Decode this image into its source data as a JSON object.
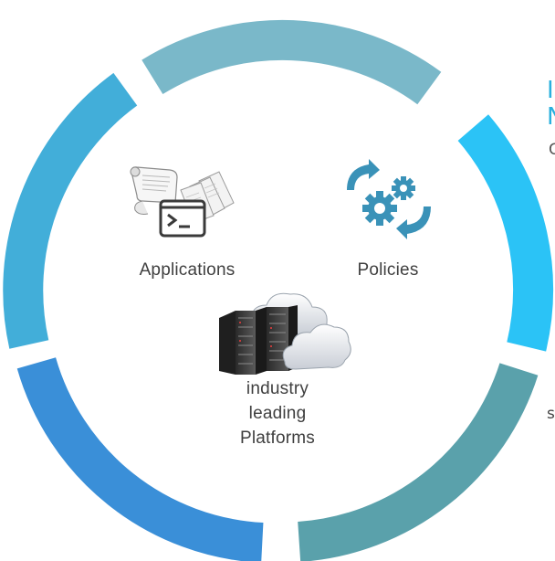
{
  "colors": {
    "segment_top": "#7ab8c9",
    "segment_right": "#2bc3f6",
    "segment_bottom_right": "#5aa1ab",
    "segment_bottom_left": "#3a8fd8",
    "segment_left": "#42aed9",
    "label_text": "#3f3f3f",
    "heading_text": "#2ab0de",
    "icon_blue": "#3a92b8"
  },
  "icons": {
    "applications": "scroll-documents-terminal-icon",
    "policies": "gears-cycle-icon",
    "platforms": "server-racks-clouds-icon"
  },
  "items": {
    "applications": "Applications",
    "policies": "Policies",
    "platforms": {
      "line1": "industry",
      "line2": "leading",
      "line3": "Platforms"
    }
  },
  "cut_off": {
    "heading_line1": "I",
    "heading_line2": "N",
    "subtext": "C",
    "side_text": "s"
  }
}
